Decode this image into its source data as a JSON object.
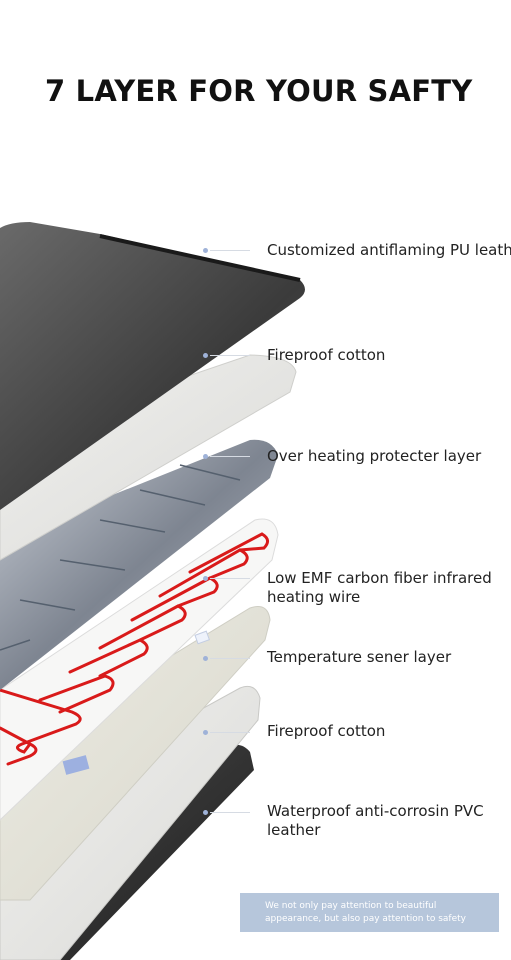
{
  "title": "7 LAYER FOR YOUR SAFTY",
  "layers": [
    {
      "label": "Customized antiflaming PU leather"
    },
    {
      "label": "Fireproof cotton"
    },
    {
      "label": "Over heating protecter layer"
    },
    {
      "label": "Low EMF carbon fiber infrared heating wire"
    },
    {
      "label": "Temperature sener layer"
    },
    {
      "label": "Fireproof cotton"
    },
    {
      "label": "Waterproof anti-corrosin PVC leather"
    }
  ],
  "note": "We not only pay attention to beautiful appearance, but also pay attention to safety",
  "colors": {
    "accent_dot": "#9fb2d8",
    "heating_wire": "#d91a1a",
    "note_bg": "#b6c6db"
  }
}
